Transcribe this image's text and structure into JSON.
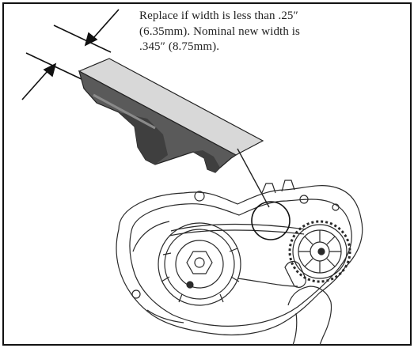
{
  "annotation": {
    "lines": [
      "Replace if width is less than .25″",
      "(6.35mm).  Nominal new width is",
      ".345″ (8.75mm)."
    ]
  },
  "colors": {
    "border": "#111111",
    "ink": "#2a2a2a",
    "belt_top": "#d6d6d6",
    "belt_face": "#5a5a5a",
    "belt_teeth": "#3f3f3f"
  },
  "icons": {
    "dimension_arrows": "arrow-pair-icon",
    "detail_circle": "magnifier-circle-icon"
  }
}
